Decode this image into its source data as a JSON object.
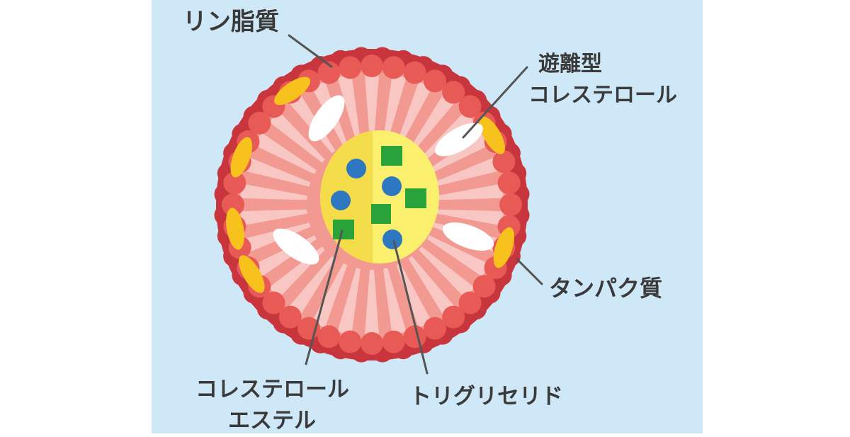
{
  "diagram": {
    "labels": {
      "phospholipid": "リン脂質",
      "free_cholesterol_line1": "遊離型",
      "free_cholesterol_line2": "コレステロール",
      "protein": "タンパク質",
      "cholesterol_ester_line1": "コレステロール",
      "cholesterol_ester_line2": "エステル",
      "triglyceride": "トリグリセリド"
    }
  },
  "colors": {
    "background": "#cfe8f7",
    "outer_ring": "#c8353c",
    "phospholipid_head": "#e85a56",
    "tail_band": "#f29a91",
    "ray_light": "#f9c7c3",
    "core_left": "#f4dc4a",
    "core_right": "#fbef6e",
    "protein": "#f7c21c",
    "triglyceride": "#2e78c2",
    "cholesterol_ester": "#29a33a",
    "free_cholesterol": "#ffffff",
    "leader": "#555555"
  }
}
